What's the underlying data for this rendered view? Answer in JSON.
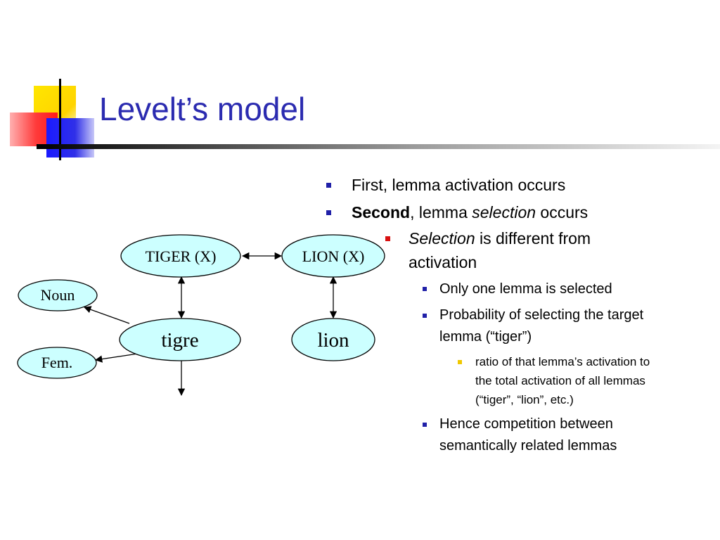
{
  "slide": {
    "title": "Levelt’s model"
  },
  "diagram": {
    "nodes": {
      "tiger": "TIGER (X)",
      "lion_concept": "LION (X)",
      "noun": "Noun",
      "tigre": "tigre",
      "lion_lemma": "lion",
      "fem": "Fem."
    },
    "colors": {
      "node_fill": "#ccffff",
      "node_stroke": "#000000"
    }
  },
  "bullets": {
    "b1": "First, lemma activation occurs",
    "b2_bold": "Second",
    "b2_mid": ", lemma ",
    "b2_italic": "selection",
    "b2_end": " occurs",
    "sub1_italic": "Selection",
    "sub1_line1": " is different from",
    "sub1_line2": "activation",
    "sub2": "Only one lemma is selected",
    "sub3_line1": "Probability of selecting the target",
    "sub3_line2": "lemma (“tiger”)",
    "sub4_line1": "ratio of that lemma’s activation to",
    "sub4_line2": "the total activation of all lemmas",
    "sub4_line3": "(“tiger”, “lion”, etc.)",
    "sub5_line1": "Hence competition between",
    "sub5_line2": "semantically related lemmas"
  },
  "colors": {
    "title": "#2b2bb0",
    "bullet_level1": "#2020a8",
    "bullet_level2": "#d81010",
    "bullet_level4": "#f0c800"
  }
}
